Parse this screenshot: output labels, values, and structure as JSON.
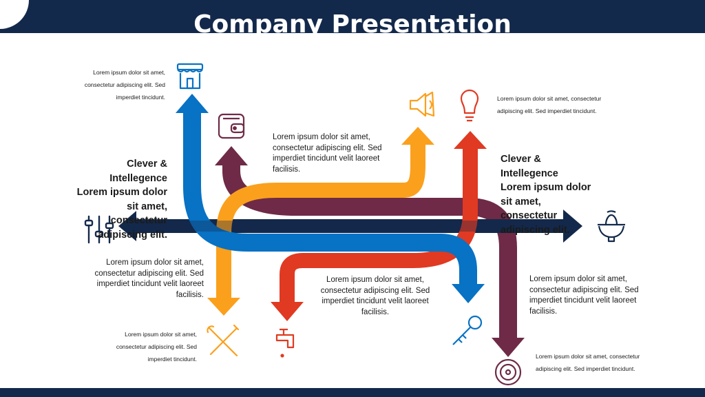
{
  "slide": {
    "title": "Company Presentation",
    "colors": {
      "navy": "#13294b",
      "blue": "#0872c4",
      "orange": "#fba01c",
      "red": "#e03a22",
      "maroon": "#6e2a46",
      "text": "#1a1a1a"
    }
  },
  "texts": {
    "top_left": "Lorem ipsum dolor sit amet,\nconsectetur adipiscing elit. Sed\nimperdiet tincidunt.",
    "heading_left": "Clever &\nIntellegence\nLorem ipsum dolor\nsit amet,\nconsectetur\nadipiscing elit.",
    "center_top": "Lorem ipsum dolor sit amet,\nconsectetur adipiscing elit. Sed\nimperdiet tincidunt velit laoreet\nfacilisis.",
    "top_right": "Lorem ipsum dolor sit amet, consectetur\nadipiscing elit. Sed imperdiet tincidunt.",
    "heading_right": "Clever &\nIntellegence\nLorem ipsum dolor\nsit amet,\nconsectetur\nadipiscing elit.",
    "mid_left": "Lorem ipsum dolor sit amet,\nconsectetur adipiscing elit. Sed\nimperdiet tincidunt velit laoreet\nfacilisis.",
    "center_bottom": "Lorem ipsum dolor sit amet,\nconsectetur adipiscing elit. Sed\nimperdiet tincidunt velit laoreet\nfacilisis.",
    "mid_right": "Lorem ipsum dolor sit amet,\nconsectetur adipiscing elit. Sed\nimperdiet tincidunt velit laoreet\nfacilisis.",
    "bottom_left": "Lorem ipsum dolor sit amet,\nconsectetur adipiscing elit. Sed\nimperdiet tincidunt.",
    "bottom_right": "Lorem ipsum dolor sit amet, consectetur\nadipiscing elit. Sed imperdiet tincidunt."
  },
  "icons": [
    "store-icon",
    "wallet-icon",
    "megaphone-icon",
    "lightbulb-icon",
    "mixer-sliders-icon",
    "juicer-icon",
    "tools-icon",
    "faucet-icon",
    "key-icon",
    "vinyl-record-icon"
  ]
}
